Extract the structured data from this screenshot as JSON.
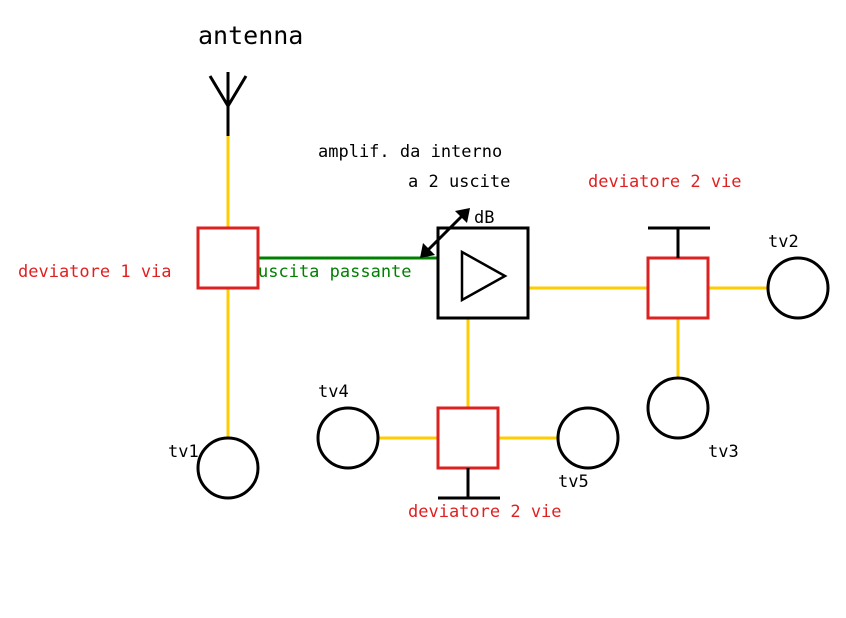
{
  "labels": {
    "antenna": "antenna",
    "amp_line1": "amplif. da interno",
    "amp_line2": "a 2 uscite",
    "db": "dB",
    "splitter_1": "deviatore 1 via",
    "pass_out": "uscita passante",
    "splitter_2_top": "deviatore 2 vie",
    "splitter_2_bottom": "deviatore 2 vie",
    "tv1": "tv1",
    "tv2": "tv2",
    "tv3": "tv3",
    "tv4": "tv4",
    "tv5": "tv5"
  },
  "colors": {
    "cable": "#ffcc00",
    "pass_cable": "#008000",
    "splitter": "#dd2020",
    "splitter_label": "#e02020",
    "pass_label": "#008000",
    "ink": "#000000"
  }
}
